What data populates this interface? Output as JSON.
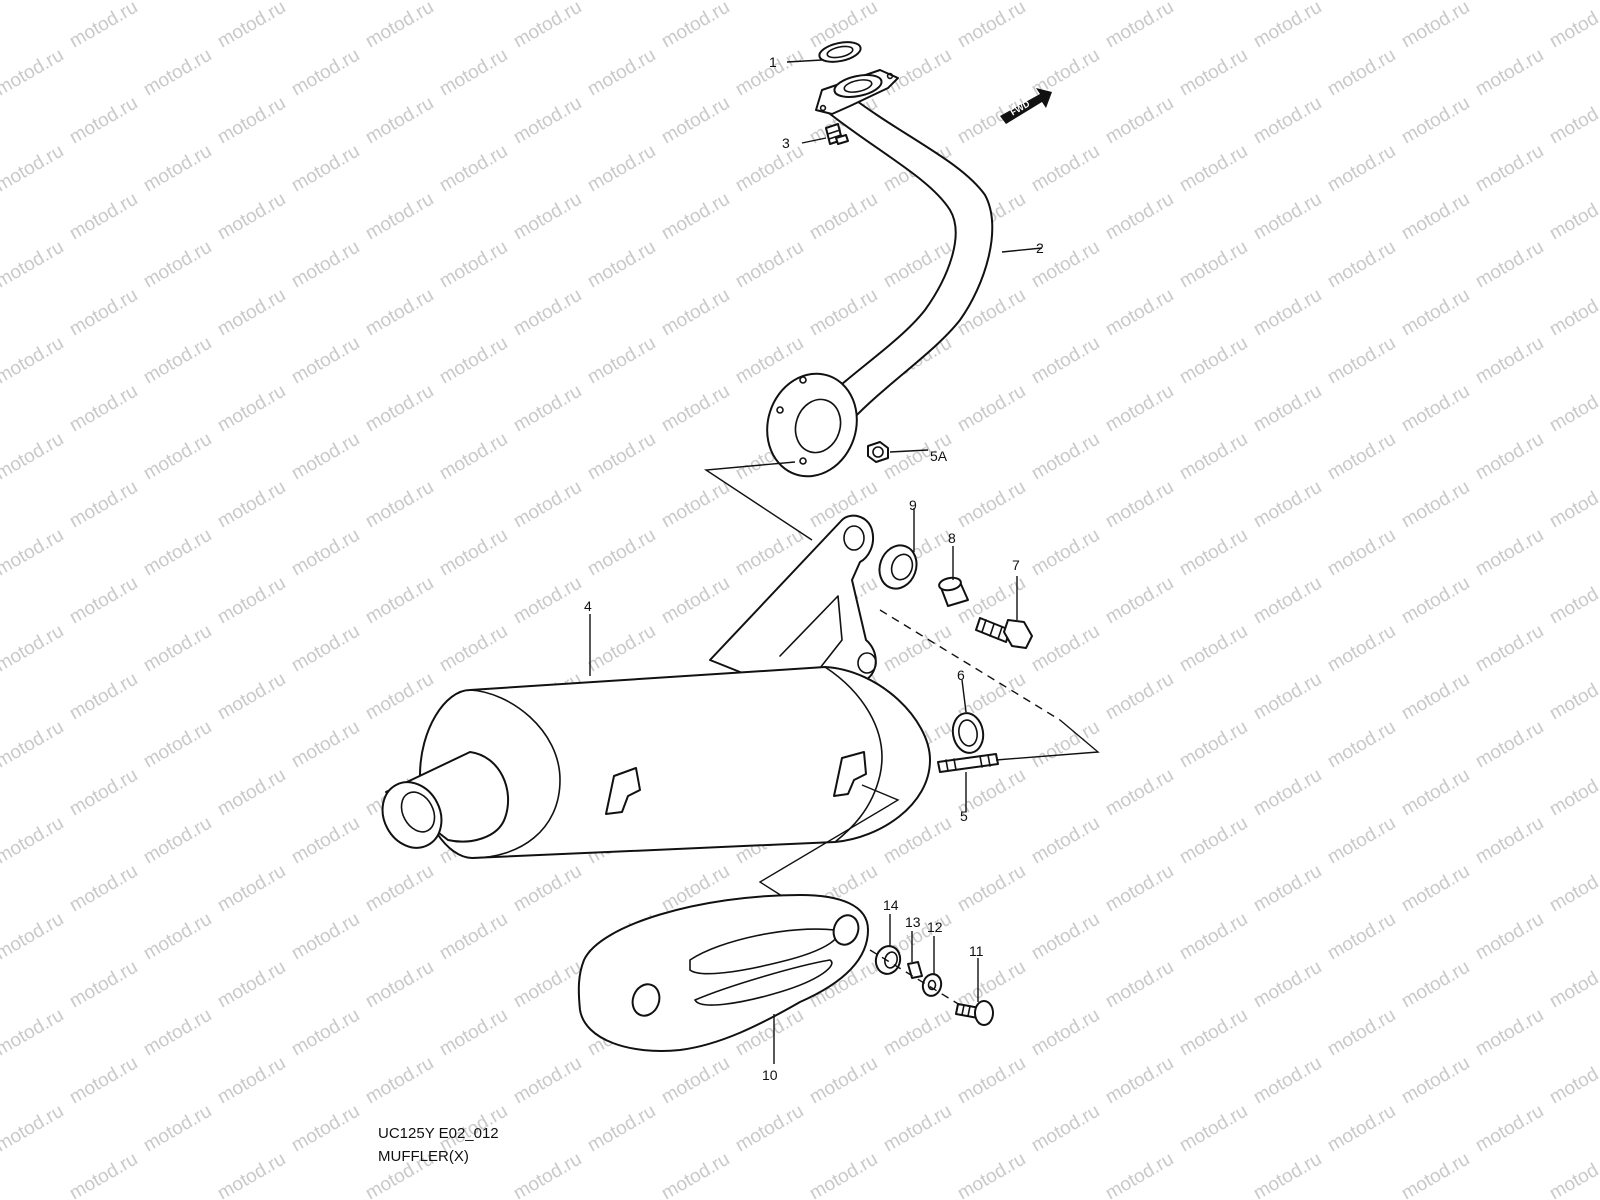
{
  "watermark": "motod.ru",
  "fwd_label": "FWD",
  "callouts": {
    "c1": "1",
    "c2": "2",
    "c3": "3",
    "c4": "4",
    "c5": "5",
    "c5a": "5A",
    "c6": "6",
    "c7": "7",
    "c8": "8",
    "c9": "9",
    "c10": "10",
    "c11": "11",
    "c12": "12",
    "c13": "13",
    "c14": "14"
  },
  "caption": {
    "model_code": "UC125Y E02_012",
    "section_title": "MUFFLER(X)"
  }
}
